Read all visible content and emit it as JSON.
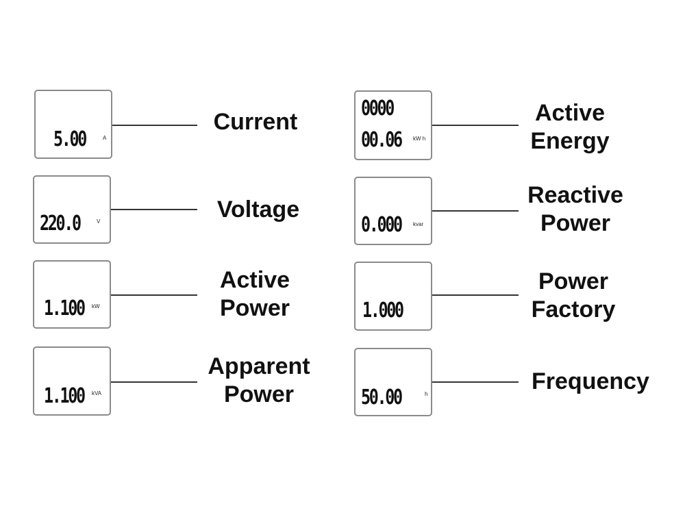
{
  "panels": [
    {
      "id": "current",
      "value": "5.00",
      "unit": "A",
      "label_lines": [
        "Current"
      ]
    },
    {
      "id": "voltage",
      "value": "220.0",
      "unit": "V",
      "label_lines": [
        "Voltage"
      ]
    },
    {
      "id": "active-power",
      "value": "1.100",
      "unit": "kW",
      "label_lines": [
        "Active",
        "Power"
      ]
    },
    {
      "id": "apparent-power",
      "value": "1.100",
      "unit": "kVA",
      "label_lines": [
        "Apparent",
        "Power"
      ]
    },
    {
      "id": "active-energy",
      "value_top": "0000",
      "value": "00.06",
      "unit": "kW h",
      "label_lines": [
        "Active",
        "Energy"
      ]
    },
    {
      "id": "reactive-power",
      "value": "0.000",
      "unit": "kvar",
      "label_lines": [
        "Reactive",
        "Power"
      ]
    },
    {
      "id": "power-factory",
      "value": "1.000",
      "unit": "",
      "label_lines": [
        "Power",
        "Factory"
      ]
    },
    {
      "id": "frequency",
      "value": "50.00",
      "unit": "h",
      "label_lines": [
        "Frequency"
      ]
    }
  ]
}
